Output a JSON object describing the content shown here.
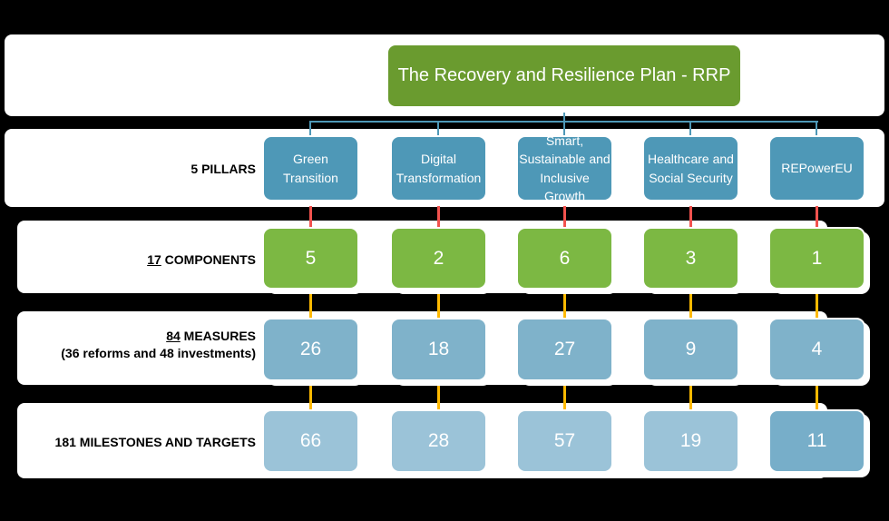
{
  "title": "The Recovery and Resilience Plan - RRP",
  "row_labels": {
    "pillars": "5 PILLARS",
    "components_count": "17",
    "components_text": " COMPONENTS",
    "measures_count": "84",
    "measures_text": " MEASURES",
    "measures_sub": "(36 reforms and 48 investments)",
    "milestones": "181 MILESTONES AND TARGETS"
  },
  "columns": [
    {
      "pillar": "Green\nTransition",
      "components": "5",
      "measures": "26",
      "milestones": "66"
    },
    {
      "pillar": "Digital\nTransformation",
      "components": "2",
      "measures": "18",
      "milestones": "28"
    },
    {
      "pillar": "Smart,\nSustainable and\nInclusive Growth",
      "components": "6",
      "measures": "27",
      "milestones": "57"
    },
    {
      "pillar": "Healthcare and\nSocial Security",
      "components": "3",
      "measures": "9",
      "milestones": "19"
    },
    {
      "pillar": "REPowerEU",
      "components": "1",
      "measures": "4",
      "milestones": "11"
    }
  ],
  "colors": {
    "background": "#000000",
    "band": "#FFFFFF",
    "title_green": "#6A9B2F",
    "component_green": "#7CB843",
    "pillar_blue": "#4E98B7",
    "measure_blue": "#7FB2CA",
    "milestone_blue": "#9BC3D8",
    "milestone_last_blue": "#77AEC9",
    "connector_blue": "#4E98B7",
    "connector_red": "#F2524E",
    "connector_yellow": "#FFB900"
  }
}
